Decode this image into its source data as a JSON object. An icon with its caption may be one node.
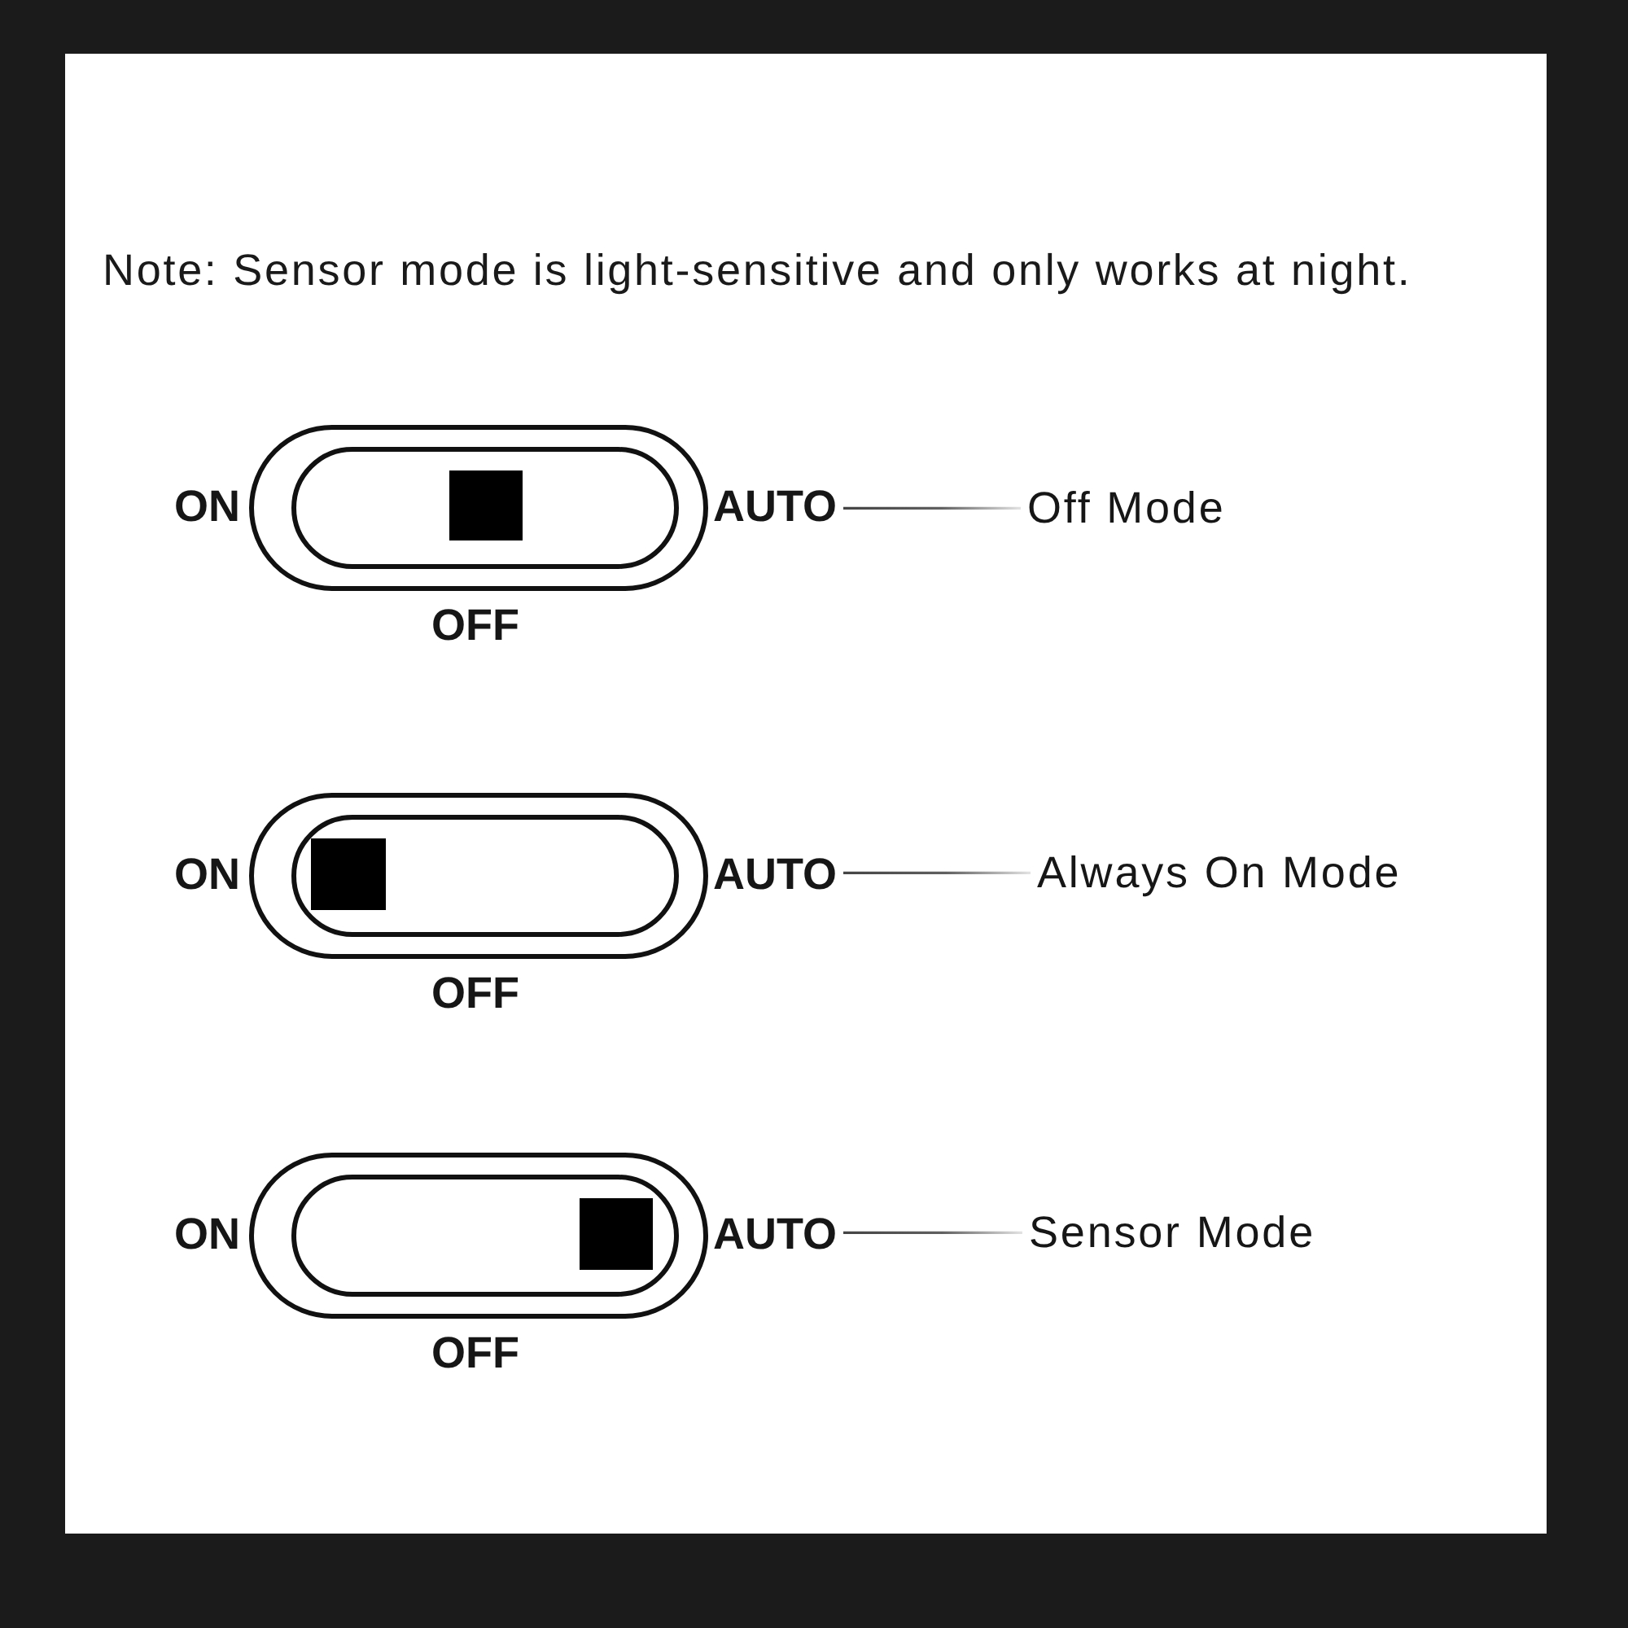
{
  "diagram": {
    "nodes": [
      {
        "text": [],
        "shape": "switch",
        "beside": [
          "ON",
          "AUTO",
          "OFF"
        ]
      },
      {
        "text": [],
        "shape": "box",
        "in": 0
      },
      {
        "text": [
          "Off Mode"
        ]
      },
      {
        "text": [],
        "shape": "switch",
        "beside": [
          "ON",
          "AUTO",
          "OFF"
        ]
      },
      {
        "text": [],
        "shape": "box",
        "in": 3
      },
      {
        "text": [
          "Always On Mode"
        ]
      },
      {
        "text": [],
        "shape": "switch",
        "beside": [
          "ON",
          "AUTO",
          "OFF"
        ]
      },
      {
        "text": [],
        "shape": "box",
        "in": 6
      },
      {
        "text": [
          "Sensor Mode"
        ]
      }
    ],
    "edges": [
      {
        "from": 2,
        "to": 0,
        "arrow": "none"
      },
      {
        "from": 5,
        "to": 3,
        "arrow": "none"
      },
      {
        "from": 8,
        "to": 6,
        "arrow": "none"
      }
    ],
    "labels": [
      "Note: Sensor mode is light-sensitive and only works at night."
    ]
  }
}
